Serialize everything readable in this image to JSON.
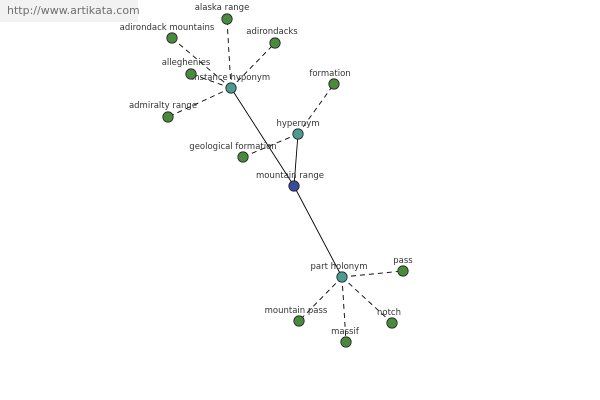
{
  "watermark": "http://www.artikata.com",
  "colors": {
    "center": "#3b4a9c",
    "relation": "#4d9a91",
    "leaf": "#4a8a3c",
    "edge": "#000000",
    "dashed": "#000000"
  },
  "graph": {
    "nodes": [
      {
        "id": "mountain-range",
        "label": "mountain range",
        "type": "center"
      },
      {
        "id": "instance-hyponym",
        "label": "instance hyponym",
        "type": "relation"
      },
      {
        "id": "hypernym",
        "label": "hypernym",
        "type": "relation"
      },
      {
        "id": "part-holonym",
        "label": "part holonym",
        "type": "relation"
      },
      {
        "id": "alaska-range",
        "label": "alaska range",
        "type": "leaf"
      },
      {
        "id": "adirondack-mountains",
        "label": "adirondack mountains",
        "type": "leaf"
      },
      {
        "id": "adirondacks",
        "label": "adirondacks",
        "type": "leaf"
      },
      {
        "id": "alleghenies",
        "label": "alleghenies",
        "type": "leaf"
      },
      {
        "id": "admiralty-range",
        "label": "admiralty range",
        "type": "leaf"
      },
      {
        "id": "formation",
        "label": "formation",
        "type": "leaf"
      },
      {
        "id": "geological-formation",
        "label": "geological formation",
        "type": "leaf"
      },
      {
        "id": "pass",
        "label": "pass",
        "type": "leaf"
      },
      {
        "id": "mountain-pass",
        "label": "mountain pass",
        "type": "leaf"
      },
      {
        "id": "massif",
        "label": "massif",
        "type": "leaf"
      },
      {
        "id": "notch",
        "label": "notch",
        "type": "leaf"
      }
    ],
    "edges": [
      {
        "from": "mountain-range",
        "to": "instance-hyponym",
        "style": "solid"
      },
      {
        "from": "mountain-range",
        "to": "hypernym",
        "style": "solid"
      },
      {
        "from": "mountain-range",
        "to": "part-holonym",
        "style": "solid"
      },
      {
        "from": "instance-hyponym",
        "to": "alaska-range",
        "style": "dashed"
      },
      {
        "from": "instance-hyponym",
        "to": "adirondack-mountains",
        "style": "dashed"
      },
      {
        "from": "instance-hyponym",
        "to": "adirondacks",
        "style": "dashed"
      },
      {
        "from": "instance-hyponym",
        "to": "alleghenies",
        "style": "dashed"
      },
      {
        "from": "instance-hyponym",
        "to": "admiralty-range",
        "style": "dashed"
      },
      {
        "from": "hypernym",
        "to": "formation",
        "style": "dashed"
      },
      {
        "from": "hypernym",
        "to": "geological-formation",
        "style": "dashed"
      },
      {
        "from": "part-holonym",
        "to": "pass",
        "style": "dashed"
      },
      {
        "from": "part-holonym",
        "to": "mountain-pass",
        "style": "dashed"
      },
      {
        "from": "part-holonym",
        "to": "massif",
        "style": "dashed"
      },
      {
        "from": "part-holonym",
        "to": "notch",
        "style": "dashed"
      }
    ]
  }
}
